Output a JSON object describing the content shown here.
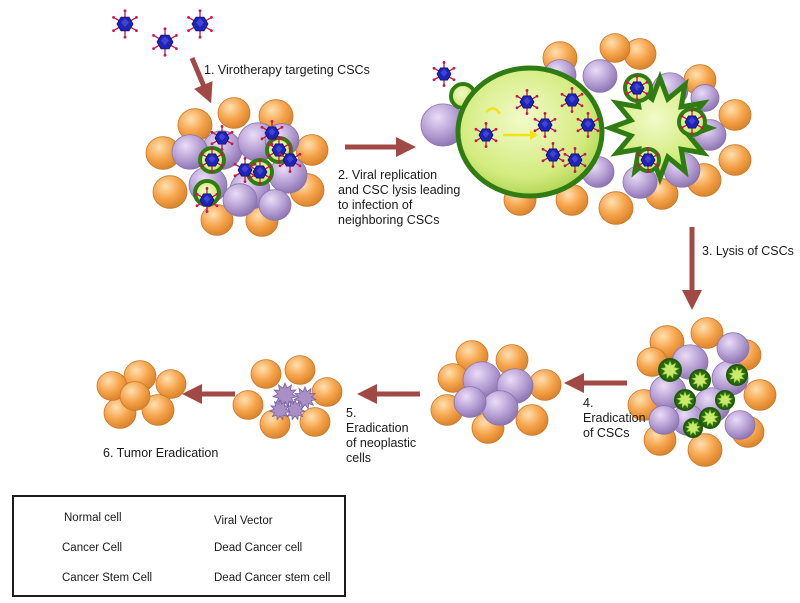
{
  "colors": {
    "normal_cell": "#f6a54d",
    "cancer_cell": "#b9a3d6",
    "csc_fill": "#d3eb7e",
    "csc_ring": "#2f7d12",
    "dead_cancer": "#a88fc6",
    "dead_csc": "#4c9a1c",
    "virus_core": "#1f24b8",
    "virus_spike": "#c7164a",
    "arrow": "#a14a45"
  },
  "steps": {
    "step1": "1. Virotherapy targeting CSCs",
    "step2": "2. Viral replication\nand CSC lysis leading\nto infection of\nneighboring CSCs",
    "step3": "3. Lysis of CSCs",
    "step4": "4.\nEradication\nof CSCs",
    "step5": "5.\nEradication\nof neoplastic\ncells",
    "step6": "6. Tumor Eradication"
  },
  "legend": {
    "normal_cell": "Normal cell",
    "cancer_cell": "Cancer Cell",
    "cancer_stem_cell": "Cancer Stem Cell",
    "viral_vector": "Viral Vector",
    "dead_cancer_cell": "Dead Cancer cell",
    "dead_cancer_stem_cell": "Dead Cancer stem cell"
  }
}
